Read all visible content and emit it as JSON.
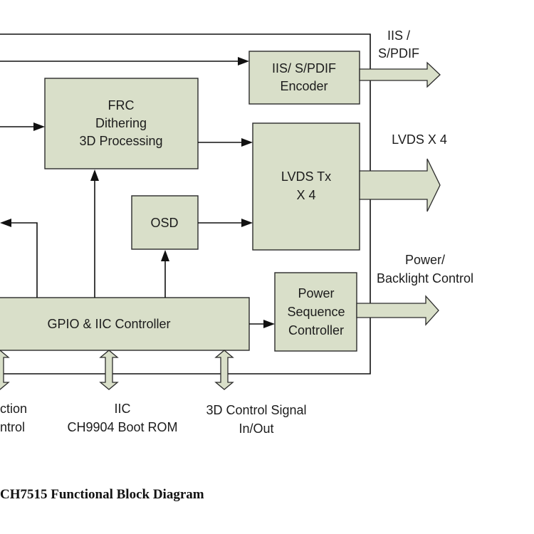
{
  "blocks": {
    "frc": [
      "FRC",
      "Dithering",
      "3D Processing"
    ],
    "iis_encoder": [
      "IIS/ S/PDIF",
      "Encoder"
    ],
    "lvds_tx": [
      "LVDS Tx",
      "X 4"
    ],
    "osd": [
      "OSD"
    ],
    "gpio": [
      "GPIO & IIC Controller"
    ],
    "power_seq": [
      "Power",
      "Sequence",
      "Controller"
    ]
  },
  "outputs": {
    "iis": [
      "IIS /",
      "S/PDIF"
    ],
    "lvds": [
      "LVDS  X 4"
    ],
    "power": [
      "Power/",
      "Backlight Control"
    ]
  },
  "bottom": {
    "function_control": [
      "ction",
      "ntrol"
    ],
    "iic": [
      "IIC",
      "CH9904 Boot ROM"
    ],
    "control_3d": [
      "3D Control Signal",
      "In/Out"
    ]
  },
  "caption": "CH7515 Functional Block Diagram"
}
